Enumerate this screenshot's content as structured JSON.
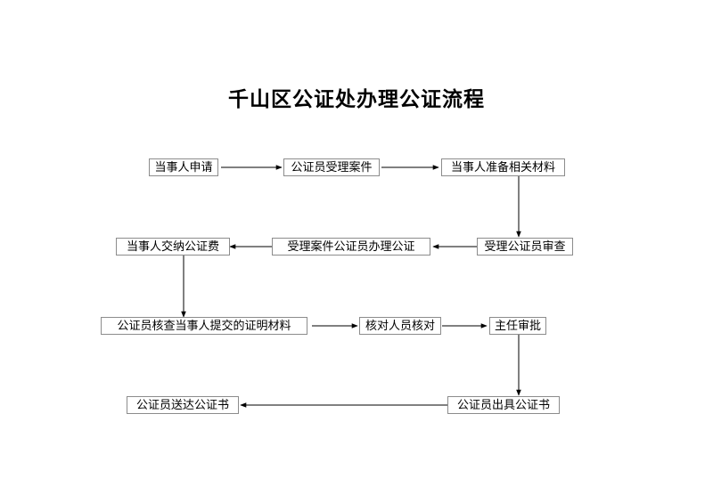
{
  "title": "千山区公证处办理公证流程",
  "steps": {
    "s1": "当事人申请",
    "s2": "公证员受理案件",
    "s3": "当事人准备相关材料",
    "s4": "受理公证员审查",
    "s5": "受理案件公证员办理公证",
    "s6": "当事人交纳公证费",
    "s7": "公证员核查当事人提交的证明材料",
    "s8": "核对人员核对",
    "s9": "主任审批",
    "s10": "公证员出具公证书",
    "s11": "公证员送达公证书"
  }
}
